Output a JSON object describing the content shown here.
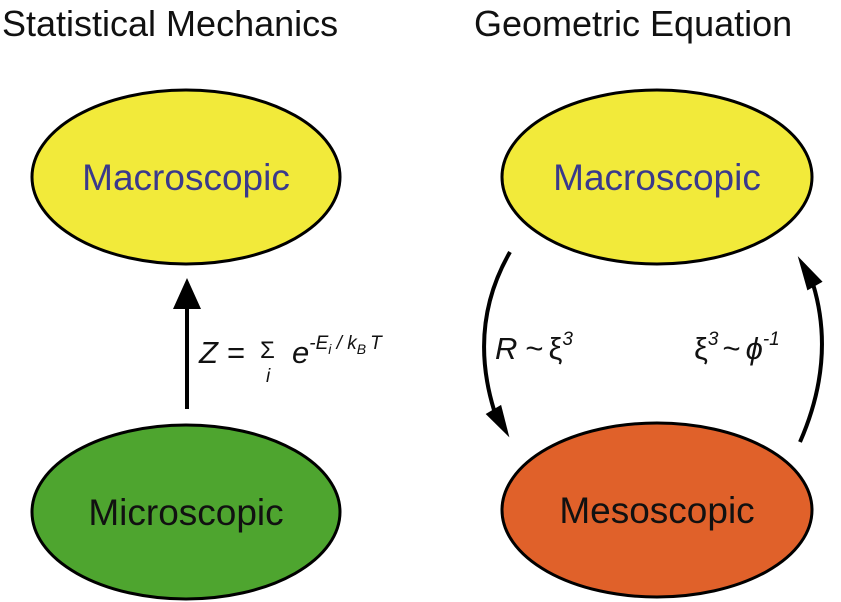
{
  "left_panel": {
    "title": "Statistical Mechanics",
    "top_node": {
      "label": "Macroscopic",
      "fill": "#f2ea3a",
      "text_color": "#3a3a8c"
    },
    "bottom_node": {
      "label": "Microscopic",
      "fill": "#4ea52f",
      "text_color": "#111111"
    },
    "equation": {
      "lhs": "Z",
      "equals": "=",
      "sum": "Σ",
      "sum_index": "i",
      "base": "e",
      "exp_sign": "-",
      "exp_E": "E",
      "exp_E_sub": "i",
      "exp_slash": " / ",
      "exp_k": "k",
      "exp_k_sub": "B",
      "exp_T": "T"
    }
  },
  "right_panel": {
    "title": "Geometric Equation",
    "top_node": {
      "label": "Macroscopic",
      "fill": "#f2ea3a",
      "text_color": "#3a3a8c"
    },
    "bottom_node": {
      "label": "Mesoscopic",
      "fill": "#e0612a",
      "text_color": "#111111"
    },
    "left_equation": {
      "lhs": "R",
      "tilde": "~",
      "xi": "ξ",
      "power": "3"
    },
    "right_equation": {
      "xi": "ξ",
      "power": "3",
      "tilde": "~",
      "phi": "ϕ",
      "power2": "-1"
    }
  }
}
